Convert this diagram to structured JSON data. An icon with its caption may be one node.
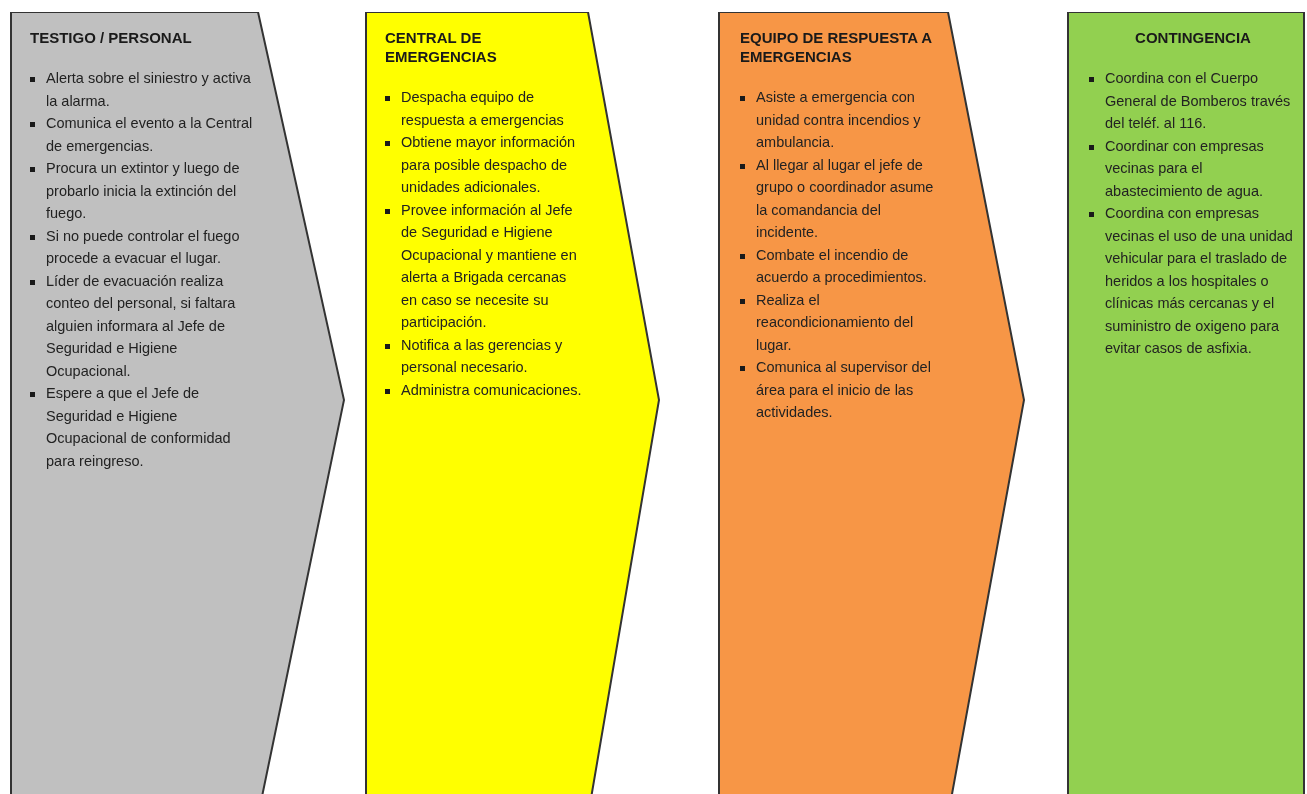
{
  "diagram": {
    "nodes": [
      {
        "text": [
          "TESTIGO / PERSONAL",
          "Alerta sobre el siniestro y activa la alarma.",
          "Comunica el evento a la Central de emergencias.",
          "Procura un extintor y luego de probarlo inicia la extinción del fuego.",
          "Si no puede controlar el fuego procede a evacuar el lugar.",
          "Líder de evacuación realiza conteo del personal, si faltara alguien informara al Jefe de Seguridad e Higiene Ocupacional.",
          "Espere a que el Jefe de Seguridad e Higiene Ocupacional de conformidad para reingreso."
        ]
      },
      {
        "text": [
          "CENTRAL DE EMERGENCIAS",
          "Despacha equipo de respuesta a emergencias",
          "Obtiene mayor información para posible despacho de unidades adicionales.",
          "Provee información al  Jefe de Seguridad e Higiene Ocupacional  y mantiene en alerta a Brigada cercanas en caso se necesite su participación.",
          "Notifica a las gerencias y personal necesario.",
          "Administra comunicaciones."
        ]
      },
      {
        "text": [
          "EQUIPO DE RESPUESTA A EMERGENCIAS",
          "Asiste a emergencia con unidad contra incendios y ambulancia.",
          "Al llegar al lugar el jefe de grupo o coordinador asume la comandancia del incidente.",
          "Combate el incendio de acuerdo a procedimientos.",
          "Realiza el reacondicionamiento del lugar.",
          "Comunica al supervisor del área para el inicio de las actividades."
        ]
      },
      {
        "text": [
          "CONTINGENCIA",
          "Coordina con el Cuerpo General de Bomberos  través del teléf.  al 116.",
          "Coordinar con empresas vecinas para el abastecimiento de agua.",
          "Coordina con empresas vecinas el uso de una unidad vehicular para el traslado de heridos a los hospitales o clínicas más cercanas y el suministro de oxigeno para evitar casos de asfixia."
        ]
      }
    ]
  }
}
